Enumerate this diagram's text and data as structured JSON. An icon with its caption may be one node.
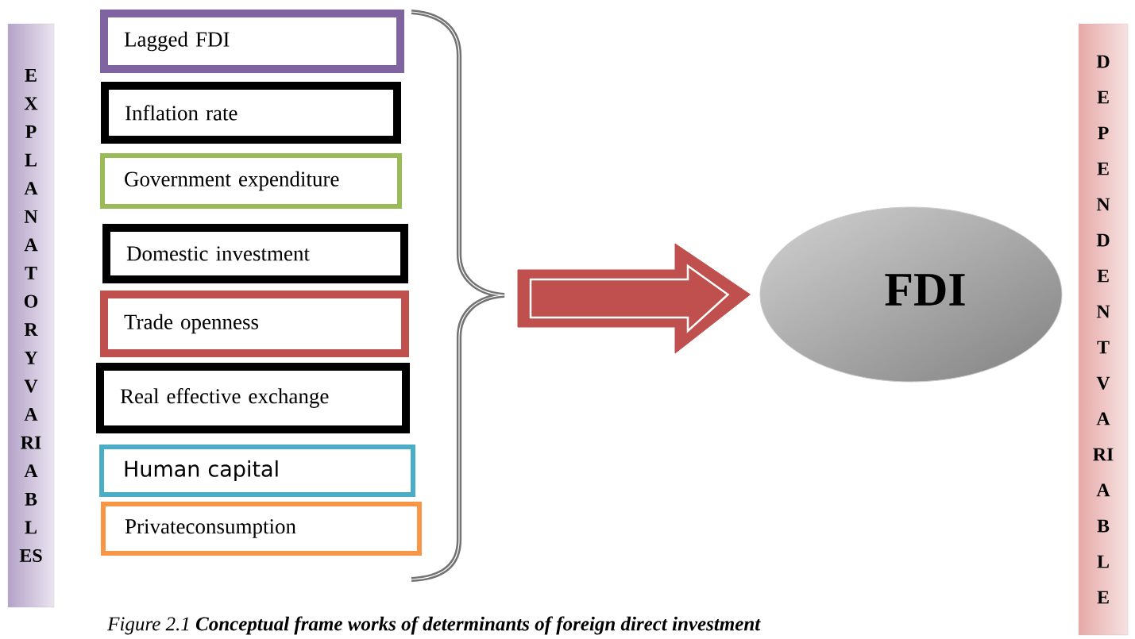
{
  "diagram": {
    "caption": "Figure 2.1 **Conceptual frame works of determinants of foreign direct investment**",
    "nodes": [
      {
        "text": [
          "EXPLANATORY VARIABLES"
        ]
      },
      {
        "text": [
          "Lagged FDI"
        ]
      },
      {
        "text": [
          "Inflation rate"
        ]
      },
      {
        "text": [
          "Government expenditure"
        ]
      },
      {
        "text": [
          "Domestic investment"
        ]
      },
      {
        "text": [
          "Trade openness"
        ]
      },
      {
        "text": [
          "Real effective exchange"
        ]
      },
      {
        "text": [
          "Human capital"
        ]
      },
      {
        "text": [
          "Privateconsumption"
        ]
      },
      {
        "text": [
          "FDI"
        ]
      },
      {
        "text": [
          "DEPENDENT VARIABLE"
        ]
      }
    ],
    "edges": [
      {
        "from": null,
        "to": 9,
        "arrow": "to"
      }
    ]
  }
}
